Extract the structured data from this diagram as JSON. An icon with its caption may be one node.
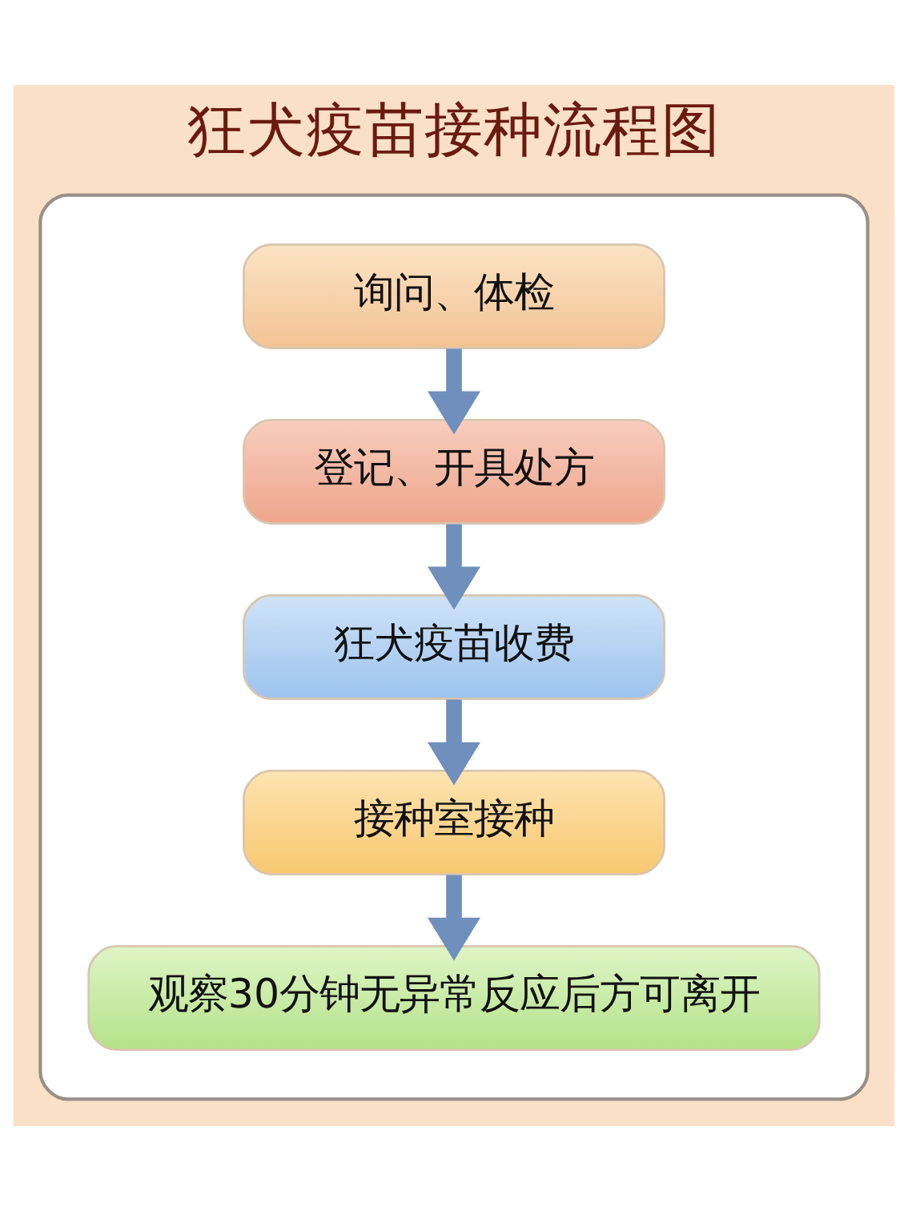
{
  "diagram": {
    "title": "狂犬疫苗接种流程图",
    "nodes": [
      {
        "text": [],
        "shape": "box"
      },
      {
        "text": [
          "询问、体检"
        ],
        "in": 0
      },
      {
        "text": [
          "登记、开具处方"
        ],
        "in": 0
      },
      {
        "text": [
          "狂犬疫苗收费"
        ],
        "in": 0
      },
      {
        "text": [
          "接种室接种"
        ],
        "in": 0
      },
      {
        "text": [
          "观察30分钟无异常反应后方可离开"
        ],
        "in": 0
      }
    ],
    "edges": [
      {
        "from": 1,
        "to": 2,
        "arrow": "to"
      },
      {
        "from": 2,
        "to": 3,
        "arrow": "to"
      },
      {
        "from": 3,
        "to": 4,
        "arrow": "to"
      },
      {
        "from": 4,
        "to": 5,
        "arrow": "to"
      }
    ]
  }
}
